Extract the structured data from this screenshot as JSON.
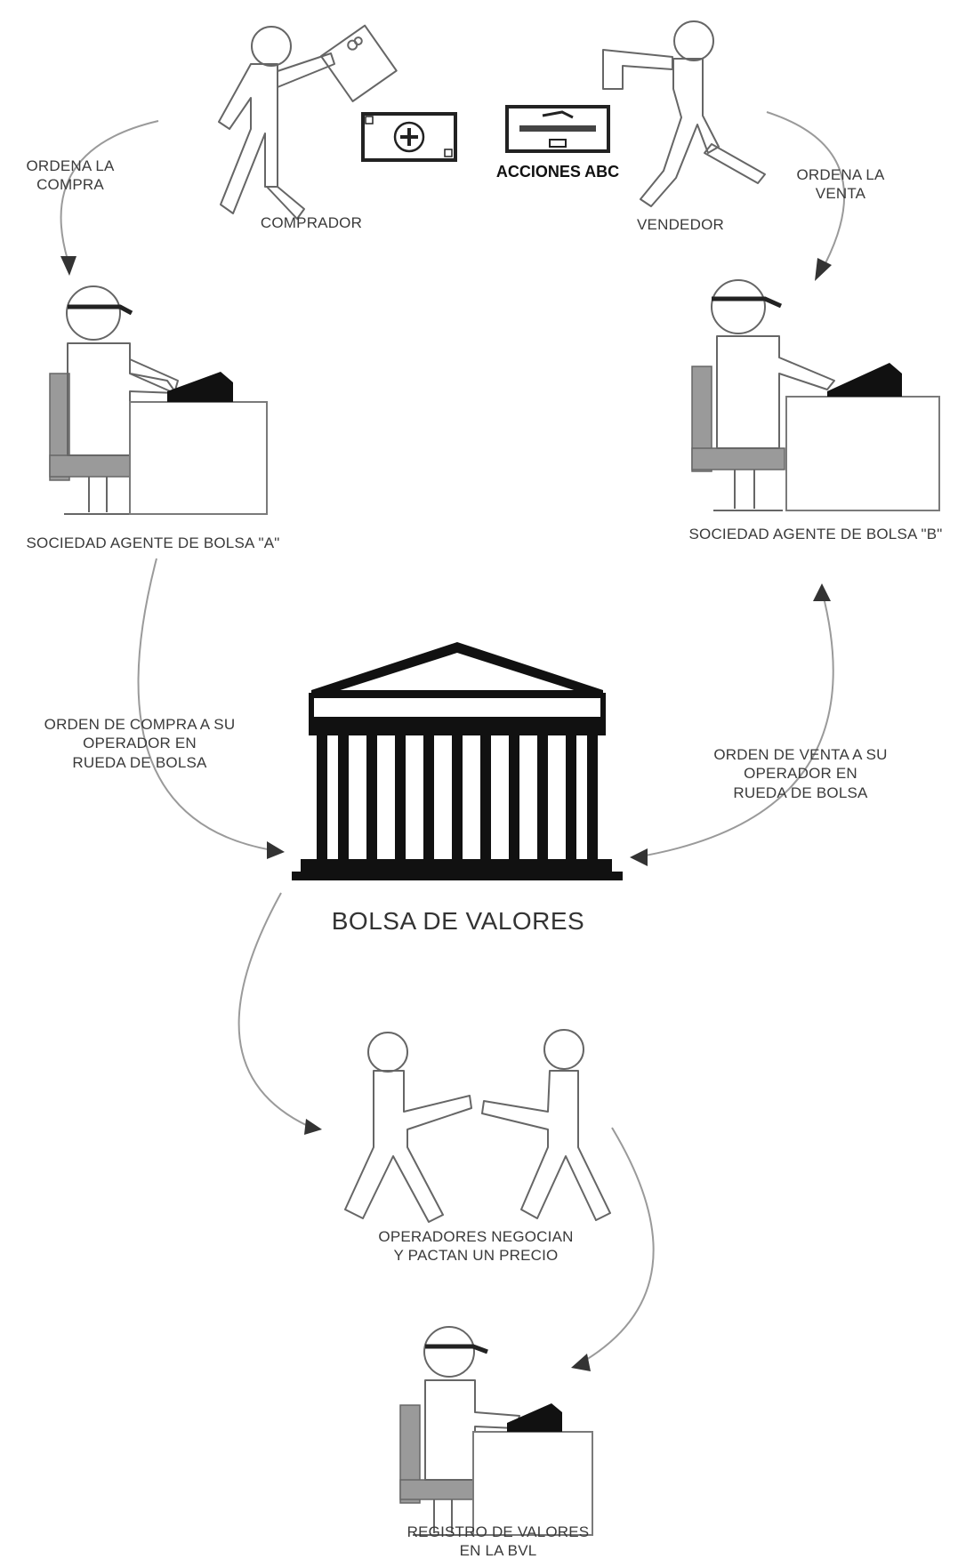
{
  "labels": {
    "ordena_compra": [
      "ORDENA LA",
      "COMPRA"
    ],
    "comprador": "COMPRADOR",
    "acciones": "ACCIONES ABC",
    "vendedor": "VENDEDOR",
    "ordena_venta": [
      "ORDENA LA",
      "VENTA"
    ],
    "sab_a": "SOCIEDAD AGENTE DE BOLSA \"A\"",
    "sab_b": "SOCIEDAD AGENTE DE BOLSA \"B\"",
    "orden_compra": [
      "ORDEN DE COMPRA A SU",
      "OPERADOR EN",
      "RUEDA DE BOLSA"
    ],
    "orden_venta": [
      "ORDEN DE VENTA A SU",
      "OPERADOR EN",
      "RUEDA DE BOLSA"
    ],
    "bolsa": "BOLSA DE VALORES",
    "operadores": [
      "OPERADORES NEGOCIAN",
      "Y PACTAN UN PRECIO"
    ],
    "registro": [
      "REGISTRO DE VALORES",
      "EN LA BVL"
    ]
  },
  "icons": [
    "buyer-figure",
    "money-bill-icon",
    "share-certificate-icon",
    "seller-figure",
    "broker-a-desk",
    "broker-b-desk",
    "stock-exchange-building",
    "traders-handshake",
    "registry-desk"
  ],
  "colors": {
    "figure_stroke": "#666666",
    "arrow": "#9a9a9a",
    "arrowhead": "#333333",
    "chair": "#9a9a9a",
    "building": "#111111"
  }
}
